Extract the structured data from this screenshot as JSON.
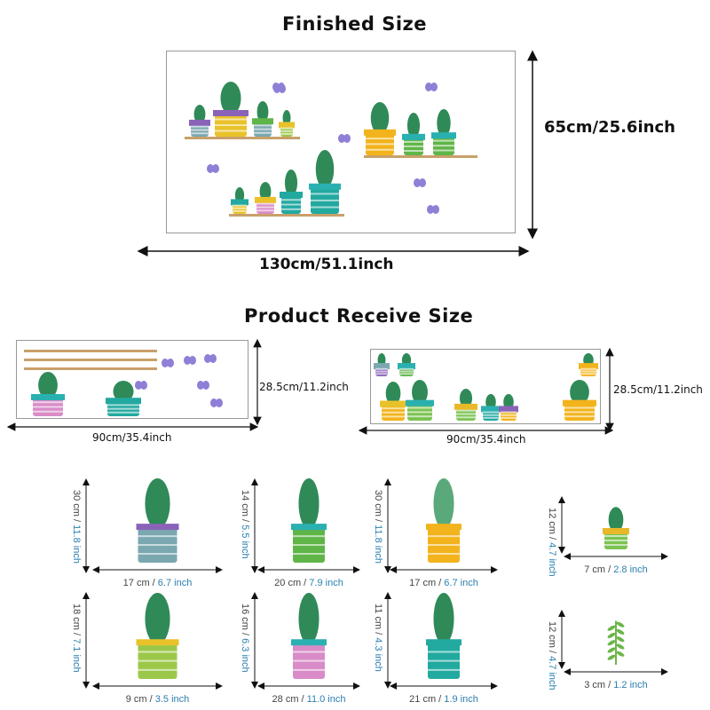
{
  "finished": {
    "title": "Finished Size",
    "height_label": "65cm/25.6inch",
    "width_label": "130cm/51.1inch"
  },
  "receive": {
    "title": "Product Receive Size",
    "sheets": [
      {
        "height_label": "28.5cm/11.2inch",
        "width_label": "90cm/35.4inch"
      },
      {
        "height_label": "28.5cm/11.2inch",
        "width_label": "90cm/35.4inch"
      }
    ]
  },
  "items": [
    {
      "h_cm": "30 cm / ",
      "h_in": "11.8 inch",
      "w_cm": "17 cm / ",
      "w_in": "6.7 inch",
      "pot": "#7ba7b0",
      "rim": "#8a63b8",
      "plant": "#2f8a57"
    },
    {
      "h_cm": "14 cm / ",
      "h_in": "5.5 inch",
      "w_cm": "20 cm / ",
      "w_in": "7.9 inch",
      "pot": "#5fb548",
      "rim": "#2ab0b0",
      "plant": "#2f8a57"
    },
    {
      "h_cm": "30 cm / ",
      "h_in": "11.8 inch",
      "w_cm": "17 cm / ",
      "w_in": "6.7 inch",
      "pot": "#f2b31c",
      "rim": "#f2b31c",
      "plant": "#5aa97a"
    },
    {
      "h_cm": "12 cm / ",
      "h_in": "4.7 inch",
      "w_cm": "7 cm / ",
      "w_in": "2.8 inch",
      "pot": "#7cc352",
      "rim": "#e9b829",
      "plant": "#2f8a57"
    },
    {
      "h_cm": "18 cm / ",
      "h_in": "7.1 inch",
      "w_cm": "9 cm / ",
      "w_in": "3.5 inch",
      "pot": "#9cc84a",
      "rim": "#e9c22a",
      "plant": "#2f8a57"
    },
    {
      "h_cm": "16 cm / ",
      "h_in": "6.3 inch",
      "w_cm": "28 cm / ",
      "w_in": "11.0 inch",
      "pot": "#d98cc8",
      "rim": "#2ab0b0",
      "plant": "#2f8a57"
    },
    {
      "h_cm": "11 cm / ",
      "h_in": "4.3 inch",
      "w_cm": "21 cm / ",
      "w_in": "1.9 inch",
      "pot": "#22a9a0",
      "rim": "#22a9a0",
      "plant": "#2f8a57"
    },
    {
      "h_cm": "12 cm / ",
      "h_in": "4.7 inch",
      "w_cm": "3 cm / ",
      "w_in": "1.2 inch",
      "pot": "",
      "rim": "",
      "plant": "#6db54a"
    }
  ],
  "colors": {
    "inch_text": "#2a7fb0",
    "shelf": "#c8a06a",
    "butterfly": "#8f7fd6"
  }
}
